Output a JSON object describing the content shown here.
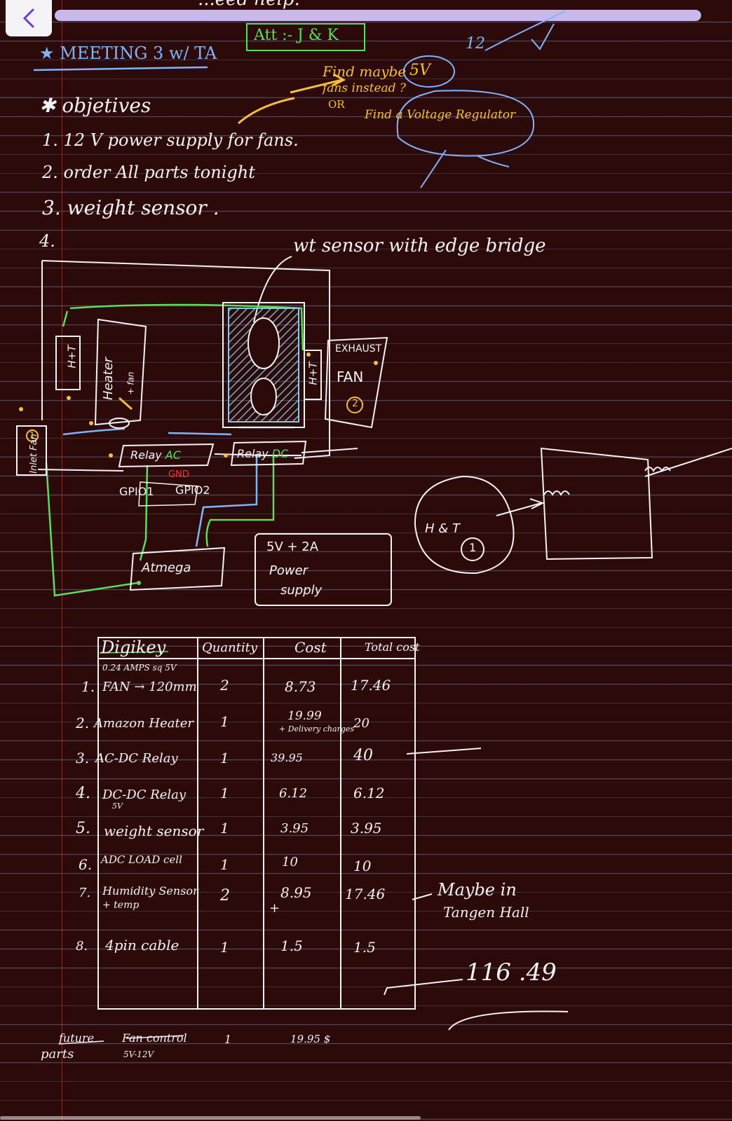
{
  "header": {
    "top_fragment": "...eed  help.",
    "attendance": "Att :- J & K",
    "title": "MEETING 3 w/ TA",
    "twelve_note": "12"
  },
  "objectives": {
    "heading": "objetives",
    "items": [
      "1.  12 V  power   supply  for fans.",
      "2.  order  All   parts  tonight",
      "3.  weight  sensor .",
      "4."
    ]
  },
  "notes": {
    "find_5v": "Find  maybe",
    "five_v": "5V",
    "fans_instead": "fans  instead ?",
    "or": "OR",
    "regulator": "Find a  Voltage Regulator",
    "wt_sensor": "wt  sensor  with  edge  bridge"
  },
  "diagram": {
    "ht_left": "H+T",
    "heater": "Heater",
    "fan_small": "+ fan",
    "ht_right": "H+T",
    "exhaust": "EXHAUST",
    "fan": "FAN",
    "fan_num_2": "2",
    "inlet_fan": "Inlet Fan",
    "inlet_num_1": "1",
    "relay_ac": "Relay",
    "ac": "AC",
    "relay_dc": "Relay",
    "dc": "DC",
    "gnd": "GND",
    "gpio1": "GPIO1",
    "gpio2": "GPIO2",
    "atmega": "Atmega",
    "psu_line1": "5V + 2A",
    "psu_line2": "Power",
    "psu_line3": "supply",
    "ht_circle": "H & T",
    "circle_one": "1"
  },
  "table": {
    "headers": [
      "Digikey",
      "Quantity",
      "Cost",
      "Total cost"
    ],
    "rows": [
      {
        "num": "1.",
        "item": "FAN → 120mm",
        "note": "0.24 AMPS  sq  5V",
        "qty": "2",
        "cost": "8.73",
        "total": "17.46"
      },
      {
        "num": "2.",
        "item": "Amazon Heater",
        "note": "",
        "qty": "1",
        "cost": "19.99",
        "cost_note": "+ Delivery charges",
        "total": "20"
      },
      {
        "num": "3.",
        "item": "AC-DC  Relay",
        "note": "",
        "qty": "1",
        "cost": "39.95",
        "total": "40"
      },
      {
        "num": "4.",
        "item": "DC-DC  Relay",
        "note": "5V",
        "qty": "1",
        "cost": "6.12",
        "total": "6.12"
      },
      {
        "num": "5.",
        "item": "weight  sensor",
        "note": "",
        "qty": "1",
        "cost": "3.95",
        "total": "3.95"
      },
      {
        "num": "6.",
        "item": "ADC  LOAD cell",
        "note": "",
        "qty": "1",
        "cost": "10",
        "total": "10"
      },
      {
        "num": "7.",
        "item": "Humidity  Sensor",
        "note": "+ temp",
        "qty": "2",
        "cost": "8.95",
        "cost_note": "+",
        "total": "17.46"
      },
      {
        "num": "8.",
        "item": "4pin  cable",
        "note": "",
        "qty": "1",
        "cost": "1.5",
        "total": "1.5"
      }
    ],
    "side_note_1": "Maybe in",
    "side_note_2": "Tangen  Hall",
    "grand_total": "116 .49"
  },
  "future": {
    "label_1": "future",
    "label_2": "parts",
    "item": "Fan  control",
    "sub": "5V-12V",
    "qty": "1",
    "cost": "19.95 $"
  }
}
